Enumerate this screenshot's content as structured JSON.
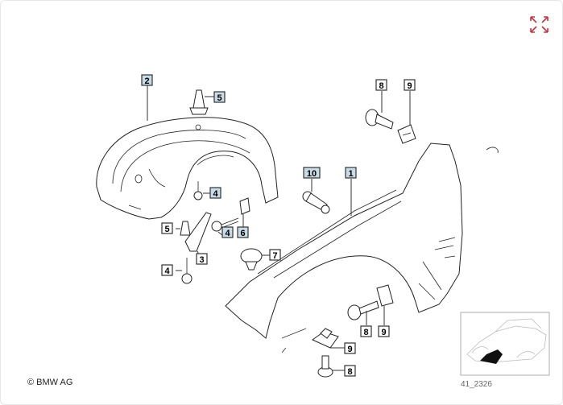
{
  "expand_icon": "expand-arrows-icon",
  "accent_color": "#c8323c",
  "highlight_box_color": "#c8dce8",
  "red_box_color": "#c8323c",
  "copyright": "© BMW AG",
  "thumbnail_code": "41_2326",
  "parts": {
    "p1": "1",
    "p2": "2",
    "p3": "3",
    "p4a": "4",
    "p4b": "4",
    "p4c": "4",
    "p5a": "5",
    "p5b": "5",
    "p6": "6",
    "p7": "7",
    "p8a": "8",
    "p8b": "8",
    "p8c": "8",
    "p9a": "9",
    "p9b": "9",
    "p9c": "9",
    "p10": "10"
  }
}
